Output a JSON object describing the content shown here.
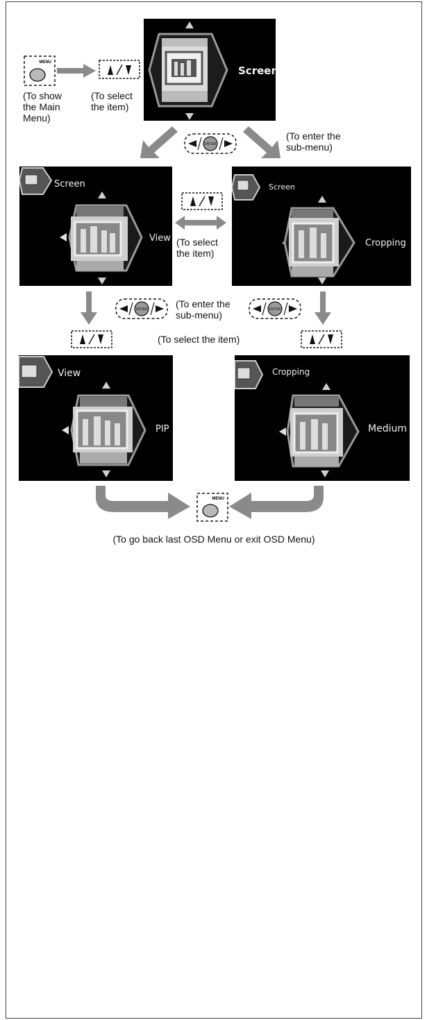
{
  "captions": {
    "show_main_menu": "(To show\nthe Main\nMenu)",
    "select_item_top": "(To select\nthe item)",
    "enter_submenu_top": "(To enter the\nsub-menu)",
    "select_item_middle": "(To select\nthe item)",
    "enter_submenu_middle": "(To enter the\nsub-menu)",
    "select_item_bottom": "(To select the item)",
    "go_back": "(To go back last OSD Menu or exit OSD Menu)"
  },
  "buttons": {
    "menu_label": "MENU",
    "enter_label": "ENTER"
  },
  "screens": {
    "main": {
      "item_label": "Screen"
    },
    "view_level": {
      "title": "Screen",
      "item_label": "View"
    },
    "cropping_level": {
      "title": "Screen",
      "item_label": "Cropping"
    },
    "pip_level": {
      "title": "View",
      "item_label": "PIP"
    },
    "medium_level": {
      "title": "Cropping",
      "item_label": "Medium"
    }
  },
  "colors": {
    "arrow_gray": "#8a8a8a",
    "screen_bg": "#000000",
    "key_gray": "#b9b9b9"
  }
}
